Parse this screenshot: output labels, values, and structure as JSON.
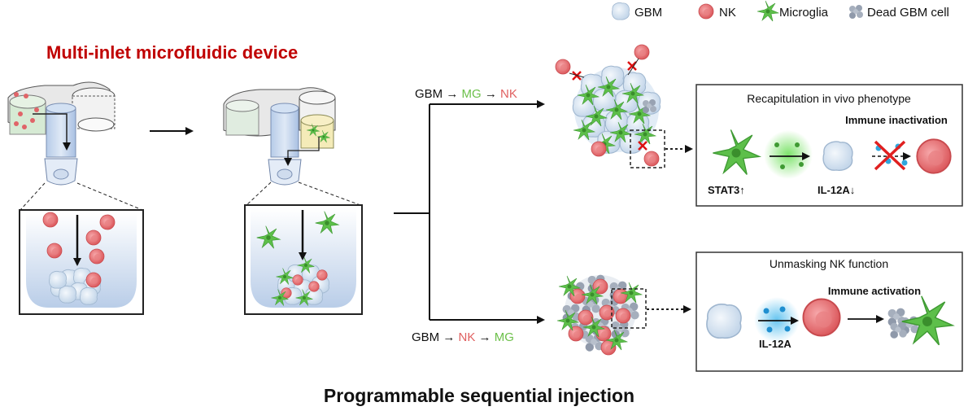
{
  "legend": {
    "items": [
      {
        "label": "GBM",
        "icon": "gbm-cell-icon"
      },
      {
        "label": "NK",
        "icon": "nk-cell-icon"
      },
      {
        "label": "Microglia",
        "icon": "microglia-cell-icon"
      },
      {
        "label": "Dead GBM cell",
        "icon": "dead-gbm-cell-icon"
      }
    ]
  },
  "device_title": "Multi-inlet microfluidic device",
  "bottom_title": "Programmable sequential injection",
  "sequence_top": {
    "a": "GBM",
    "b": "MG",
    "c": "NK",
    "arrow": "→"
  },
  "sequence_bottom": {
    "a": "GBM",
    "b": "NK",
    "c": "MG",
    "arrow": "→"
  },
  "panel_top": {
    "title": "Recapitulation in vivo phenotype",
    "stat3": "STAT3↑",
    "il12a": "IL-12A↓",
    "immune_inactivation": "Immune inactivation"
  },
  "panel_bottom": {
    "title": "Unmasking NK function",
    "il12a": "IL-12A",
    "immune_activation": "Immune activation"
  },
  "colors": {
    "red_title": "#c00000",
    "nk_red": "#e8777a",
    "microglia_green": "#5dbf4a",
    "gbm_blue": "#dce9f5",
    "mg_text_green": "#6cc04a",
    "nk_text_red": "#e06060"
  }
}
